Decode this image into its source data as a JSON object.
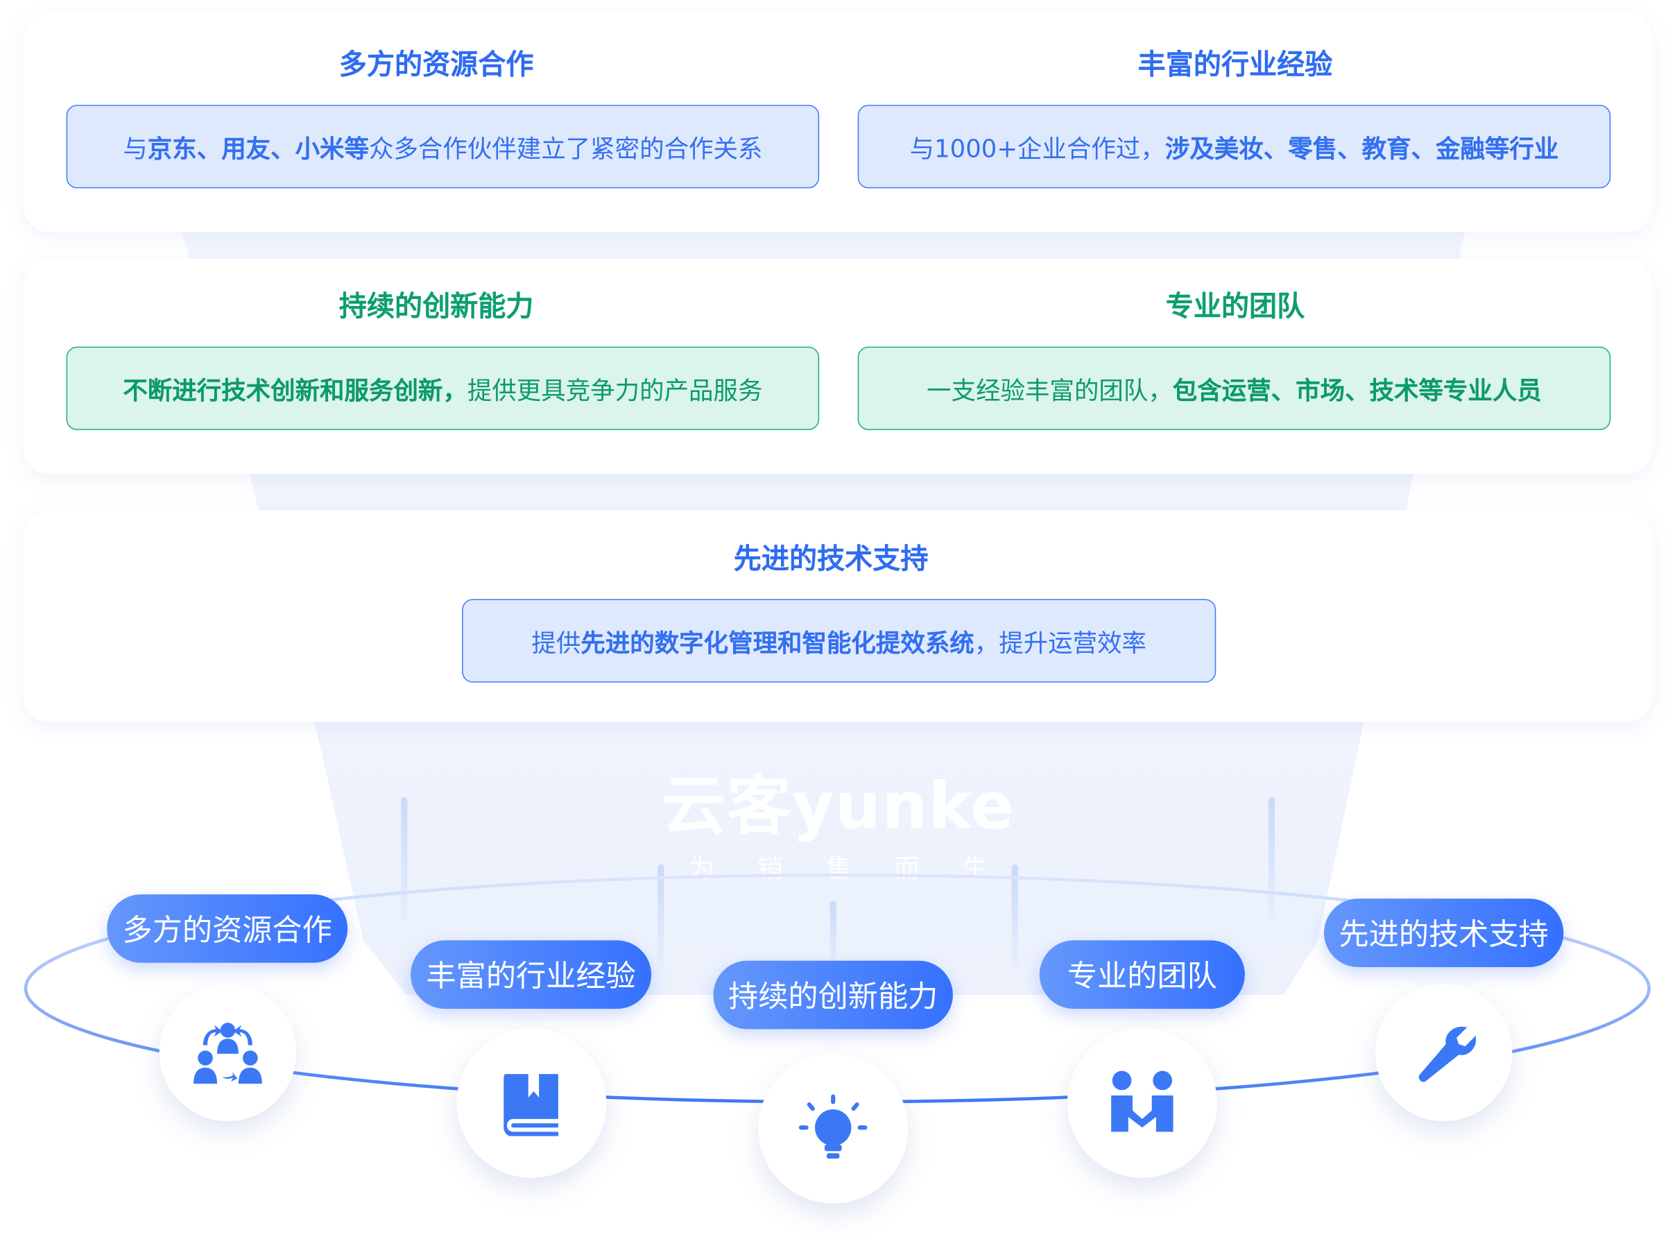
{
  "cards": [
    {
      "title": "多方的资源合作",
      "text": [
        {
          "t": "与",
          "b": false
        },
        {
          "t": "京东、用友、小米等",
          "b": true
        },
        {
          "t": "众多合作伙伴建立了紧密的合作关系",
          "b": false
        }
      ]
    },
    {
      "title": "丰富的行业经验",
      "text": [
        {
          "t": "与1000+企业合作过，",
          "b": false
        },
        {
          "t": "涉及美妆、零售、教育、金融等行业",
          "b": true
        }
      ]
    },
    {
      "title": "持续的创新能力",
      "text": [
        {
          "t": "不断进行技术创新和服务创新，",
          "b": true
        },
        {
          "t": "提供更具竞争力的产品服务",
          "b": false
        }
      ]
    },
    {
      "title": "专业的团队",
      "text": [
        {
          "t": "一支经验丰富的团队，",
          "b": false
        },
        {
          "t": "包含运营、市场、技术等专业人员",
          "b": true
        }
      ]
    },
    {
      "title": "先进的技术支持",
      "text": [
        {
          "t": "提供",
          "b": false
        },
        {
          "t": "先进的数字化管理和智能化提效系统",
          "b": true
        },
        {
          "t": "，提升运营效率",
          "b": false
        }
      ]
    }
  ],
  "logo": {
    "brand": "云客yunke",
    "slogan": "为销售而生"
  },
  "pills": [
    {
      "label": "多方的资源合作",
      "icon": "team-exchange-icon"
    },
    {
      "label": "丰富的行业经验",
      "icon": "book-icon"
    },
    {
      "label": "持续的创新能力",
      "icon": "lightbulb-icon"
    },
    {
      "label": "专业的团队",
      "icon": "people-icon"
    },
    {
      "label": "先进的技术支持",
      "icon": "wrench-icon"
    }
  ],
  "colors": {
    "blue": "#3370f0",
    "green": "#0e9e72",
    "ring": "#4a80f5"
  }
}
